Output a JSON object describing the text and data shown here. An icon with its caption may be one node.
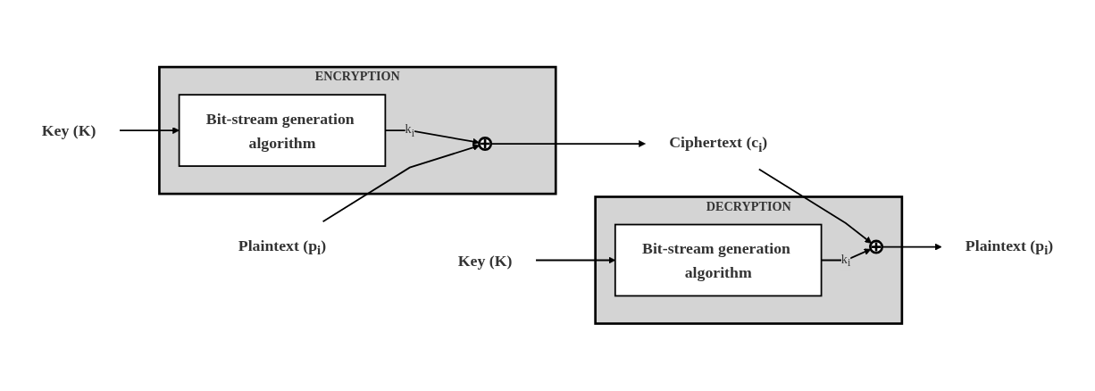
{
  "diagram": {
    "nodes": [
      {
        "text": [
          "ENCRYPTION"
        ]
      },
      {
        "text": [
          "Key (K)"
        ]
      },
      {
        "text": [
          "Bit-stream generation algorithm"
        ],
        "in": 0
      },
      {
        "text": [],
        "shape": "circle",
        "in": 0
      },
      {
        "text": [
          "Plaintext (p$_{i}$)"
        ]
      },
      {
        "text": [
          "Ciphertext (c$_{i}$)"
        ]
      },
      {
        "text": [
          "DECRYPTION"
        ]
      },
      {
        "text": [
          "Key (K)"
        ]
      },
      {
        "text": [
          "Bit-stream generation algorithm"
        ],
        "in": 6
      },
      {
        "text": [],
        "shape": "circle",
        "in": 6
      },
      {
        "text": [
          "Plaintext (p$_{i}$)"
        ]
      }
    ],
    "edges": [
      {
        "from": 1,
        "to": 2,
        "arrow": "to"
      },
      {
        "from": 2,
        "to": 3,
        "arrow": "to",
        "label": "k$_{i}$"
      },
      {
        "from": 4,
        "to": 3,
        "arrow": "to"
      },
      {
        "from": 3,
        "to": 5,
        "arrow": "to"
      },
      {
        "from": 5,
        "to": 9,
        "arrow": "to"
      },
      {
        "from": 7,
        "to": 8,
        "arrow": "to"
      },
      {
        "from": 8,
        "to": 9,
        "arrow": "to",
        "label": "k$_{i}$"
      },
      {
        "from": 9,
        "to": 10,
        "arrow": "to"
      }
    ]
  }
}
